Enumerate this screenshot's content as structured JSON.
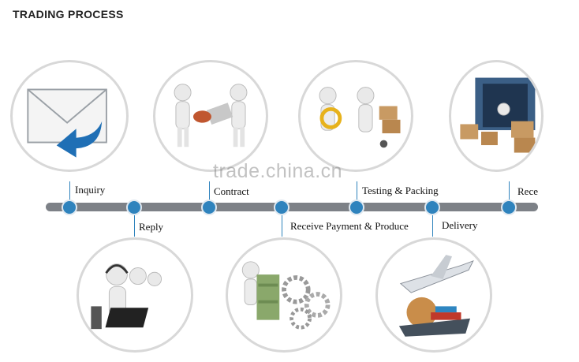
{
  "title": "TRADING PROCESS",
  "watermark": "trade.china.cn",
  "steps": [
    {
      "label": "Inquiry"
    },
    {
      "label": "Reply"
    },
    {
      "label": "Contract"
    },
    {
      "label": "Receive Payment & Produce"
    },
    {
      "label": "Testing & Packing"
    },
    {
      "label": "Delivery"
    },
    {
      "label": "Rece"
    }
  ],
  "colors": {
    "track": "#7d8187",
    "dot": "#2f83bd",
    "ring": "#d8d8d8"
  }
}
